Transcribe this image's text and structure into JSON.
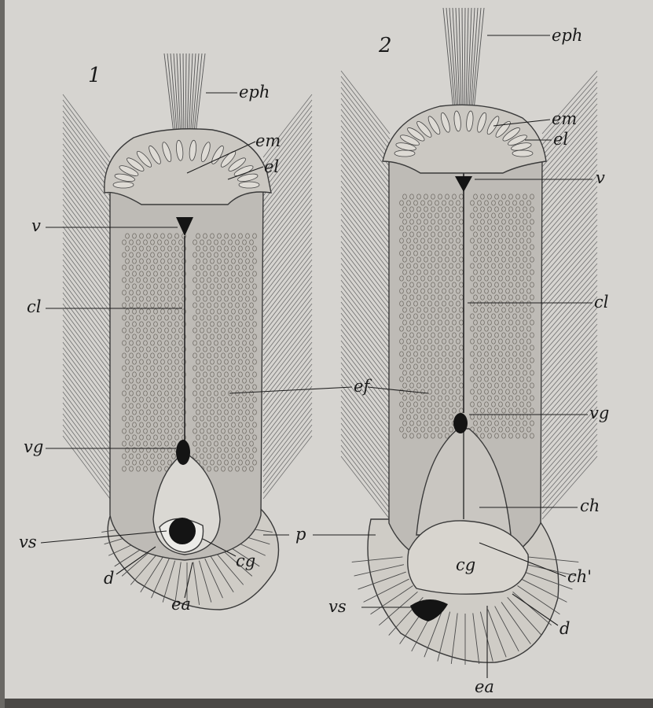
{
  "figures": [
    {
      "number": "1",
      "labels": {
        "eph": "eph",
        "em": "em",
        "el": "el",
        "v": "v",
        "cl": "cl",
        "vg": "vg",
        "vs": "vs",
        "d": "d",
        "ea": "ea",
        "cg": "cg"
      }
    },
    {
      "number": "2",
      "labels": {
        "eph": "eph",
        "em": "em",
        "el": "el",
        "v": "v",
        "cl": "cl",
        "vg": "vg",
        "ch": "ch",
        "cg": "cg",
        "ch2": "ch'",
        "vs": "vs",
        "d": "d",
        "ea": "ea"
      }
    }
  ],
  "shared_labels": {
    "ef": "ef",
    "p": "p"
  },
  "colors": {
    "background": "#d6d4d0",
    "tissue": "#bebbb6",
    "tissue_light": "#c9c6c1",
    "ink": "#1a1a1a",
    "lumen": "#dad8d3",
    "dark_body": "#141414"
  }
}
